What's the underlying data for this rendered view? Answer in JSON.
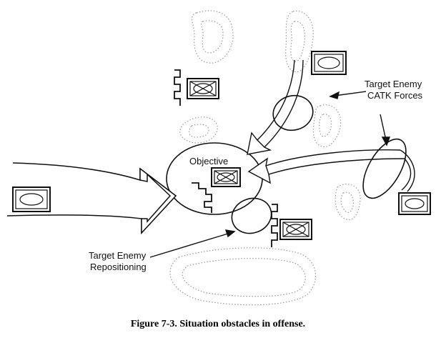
{
  "labels": {
    "objective": "Objective",
    "catk_line1": "Target Enemy",
    "catk_line2": "CATK Forces",
    "repo_line1": "Target Enemy",
    "repo_line2": "Repositioning"
  },
  "caption": "Figure 7-3. Situation obstacles in offense.",
  "colors": {
    "ink": "#111111",
    "terrain": "#9a9a9a",
    "background": "#ffffff"
  }
}
